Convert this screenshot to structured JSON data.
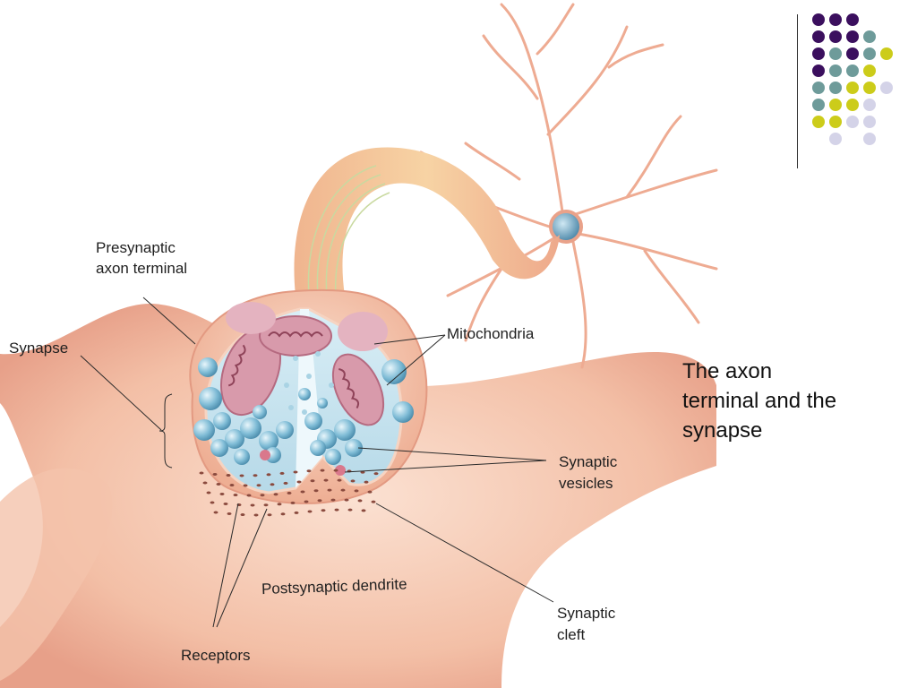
{
  "caption": {
    "line1": "The axon",
    "line2": "terminal and the",
    "line3": "synapse"
  },
  "labels": {
    "presynaptic_l1": "Presynaptic",
    "presynaptic_l2": "axon terminal",
    "synapse": "Synapse",
    "mitochondria": "Mitochondria",
    "vesicles_l1": "Synaptic",
    "vesicles_l2": "vesicles",
    "postsynaptic": "Postsynaptic dendrite",
    "cleft_l1": "Synaptic",
    "cleft_l2": "cleft",
    "receptors": "Receptors"
  },
  "colors": {
    "purple": "#3b0f5e",
    "teal": "#6e9b9a",
    "yellow": "#cccc1a",
    "lavender": "#d4d3e8",
    "neuron_skin": "#f2b6a0",
    "dendrite_skin": "#f6cbb4",
    "vesicle_blue": "#7fbcd6",
    "mitochondria_pink": "#d89aab"
  },
  "decor_dots": {
    "rows": [
      [
        "purple",
        "purple",
        "purple"
      ],
      [
        "purple",
        "purple",
        "purple",
        "teal"
      ],
      [
        "purple",
        "teal",
        "purple",
        "teal",
        "yellow"
      ],
      [
        "purple",
        "teal",
        "teal",
        "yellow"
      ],
      [
        "teal",
        "teal",
        "yellow",
        "yellow",
        "lavender"
      ],
      [
        "teal",
        "yellow",
        "yellow",
        "lavender"
      ],
      [
        "yellow",
        "yellow",
        "lavender",
        "lavender"
      ],
      [
        "lavender",
        "lavender"
      ]
    ]
  }
}
